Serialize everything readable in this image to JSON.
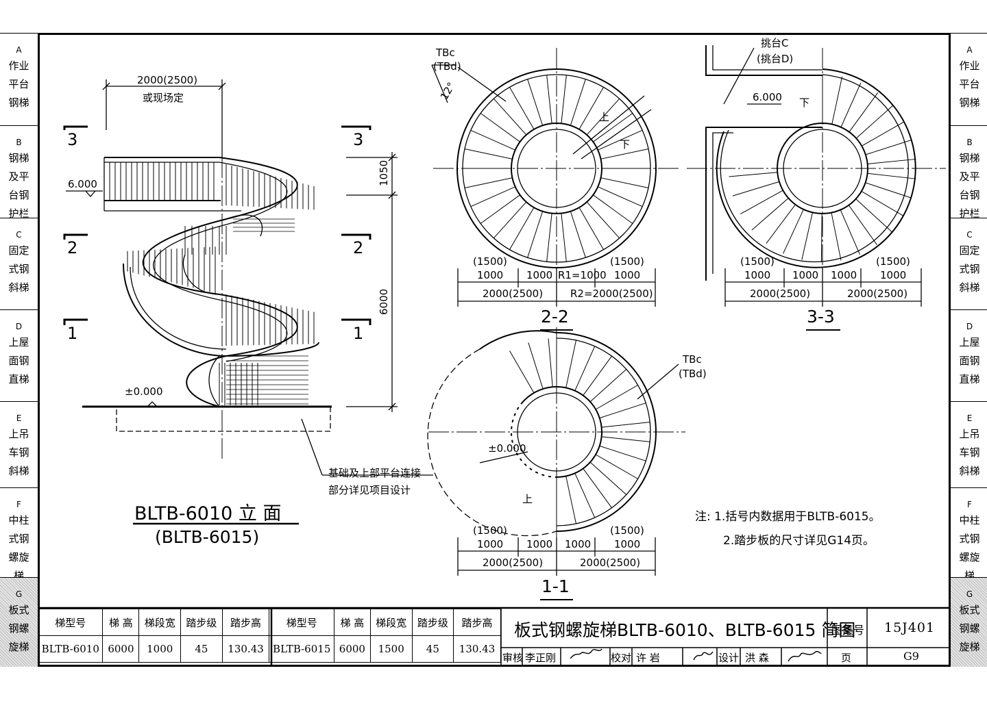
{
  "left_tabs": [
    {
      "code": "A",
      "lines": [
        "作业",
        "平台",
        "钢梯"
      ]
    },
    {
      "code": "B",
      "lines": [
        "钢梯",
        "及平",
        "台钢",
        "护栏"
      ]
    },
    {
      "code": "C",
      "lines": [
        "固定",
        "式钢",
        "斜梯"
      ]
    },
    {
      "code": "D",
      "lines": [
        "上屋",
        "面钢",
        "直梯"
      ]
    },
    {
      "code": "E",
      "lines": [
        "上吊",
        "车钢",
        "斜梯"
      ]
    },
    {
      "code": "F",
      "lines": [
        "中柱",
        "式钢",
        "螺旋",
        "梯"
      ]
    },
    {
      "code": "G",
      "lines": [
        "板式",
        "钢螺",
        "旋梯"
      ]
    }
  ],
  "elevation": {
    "width_dim": "2000(2500)",
    "width_note": "或现场定",
    "section_3": "3",
    "section_2": "2",
    "section_1": "1",
    "platform_level": "6.000",
    "ground_level": "±0.000",
    "dim_1050": "1050",
    "dim_6000": "6000",
    "foundation_note_1": "基础及上部平台连接",
    "foundation_note_2": "部分详见项目设计",
    "title": "BLTB-6010 立 面",
    "subtitle": "(BLTB-6015)"
  },
  "plan_22": {
    "tread_label_1": "TBc",
    "tread_label_2": "(TBd)",
    "angle": "12°",
    "up": "上",
    "down": "下",
    "dims_top": [
      "(1500)",
      "1000",
      "1000",
      "R1=1000",
      "(1500)",
      "1000"
    ],
    "dims_bottom": [
      "2000(2500)",
      "R2=2000(2500)"
    ],
    "title": "2-2"
  },
  "plan_33": {
    "platform_label_1": "挑台C",
    "platform_label_2": "(挑台D)",
    "level": "6.000",
    "down": "下",
    "dims_top": [
      "(1500)",
      "1000",
      "1000",
      "1000",
      "(1500)",
      "1000"
    ],
    "dims_bottom": [
      "2000(2500)",
      "2000(2500)"
    ],
    "title": "3-3"
  },
  "plan_11": {
    "tread_label_1": "TBc",
    "tread_label_2": "(TBd)",
    "level": "±0.000",
    "up": "上",
    "dims_top": [
      "(1500)",
      "1000",
      "1000",
      "1000",
      "(1500)",
      "1000"
    ],
    "dims_bottom": [
      "2000(2500)",
      "2000(2500)"
    ],
    "title": "1-1"
  },
  "notes": {
    "note1": "注: 1.括号内数据用于BLTB-6015。",
    "note2": "2.踏步板的尺寸详见G14页。"
  },
  "spec_table": {
    "headers": [
      "梯型号",
      "梯 高",
      "梯段宽",
      "踏步级",
      "踏步高"
    ],
    "rows": [
      [
        "BLTB-6010",
        "6000",
        "1000",
        "45",
        "130.43"
      ],
      [
        "BLTB-6015",
        "6000",
        "1500",
        "45",
        "130.43"
      ]
    ]
  },
  "title_block": {
    "drawing_title": "板式钢螺旋梯BLTB-6010、BLTB-6015 简图",
    "atlas_label": "图集号",
    "atlas_no": "15J401",
    "page_label": "页",
    "page_no": "G9",
    "review_label": "审核",
    "review_name": "李正刚",
    "check_label": "校对",
    "check_name": "许 岩",
    "design_label": "设计",
    "design_name": "洪 森"
  }
}
